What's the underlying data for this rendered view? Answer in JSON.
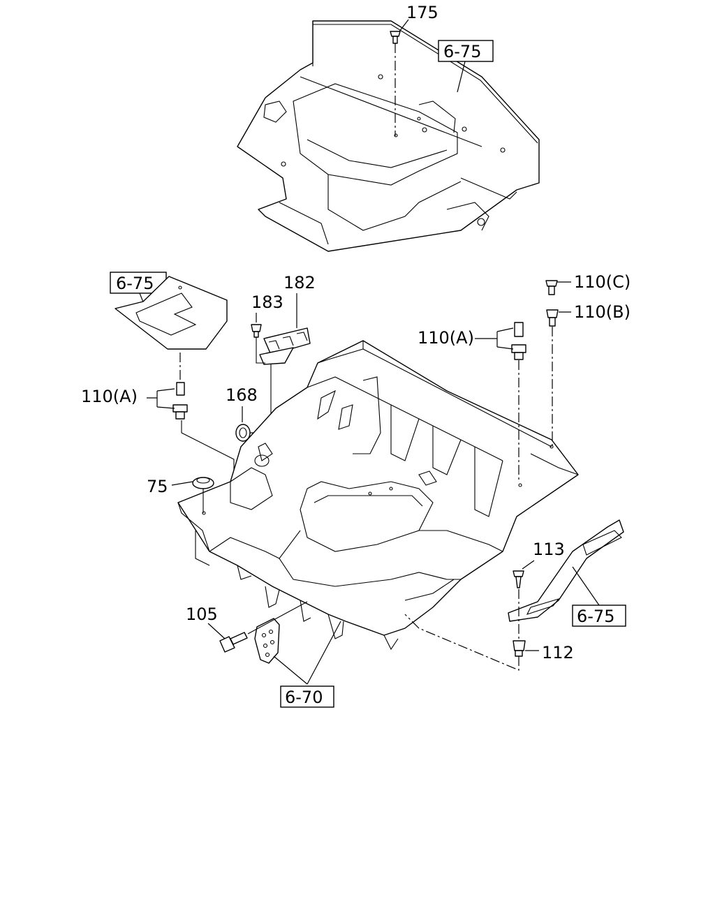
{
  "callouts": {
    "n175": "175",
    "ref_top": "6-75",
    "ref_left": "6-75",
    "n182": "182",
    "n183": "183",
    "n168": "168",
    "n110a_left": "110(A)",
    "n75": "75",
    "n110c": "110(C)",
    "n110b": "110(B)",
    "n110a_right": "110(A)",
    "n113": "113",
    "ref_step": "6-75",
    "n105": "105",
    "n112": "112",
    "ref_bottom": "6-70"
  }
}
